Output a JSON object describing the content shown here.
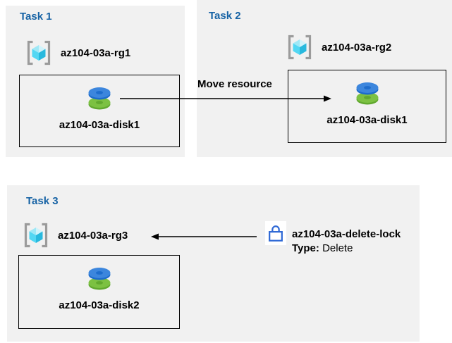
{
  "colors": {
    "panel_bg": "#f1f1f1",
    "title_blue": "#1763a5",
    "box_border": "#000000",
    "arrow_black": "#000000",
    "lock_blue": "#2e68d5",
    "bracket_gray": "#9b9b9b",
    "cube_cyan_light": "#cff3fb",
    "cube_cyan_mid": "#9fe8f6",
    "cube_cyan_bright": "#53d7f3",
    "cube_cyan_dark": "#28b9de",
    "disk_blue_top": "#3c86dd",
    "disk_blue_side": "#1d6ccc",
    "disk_green_top": "#7cc142",
    "disk_green_side": "#61a82f"
  },
  "tasks": [
    {
      "title": "Task 1",
      "resource_group": "az104-03a-rg1",
      "disk": "az104-03a-disk1"
    },
    {
      "title": "Task 2",
      "resource_group": "az104-03a-rg2",
      "disk": "az104-03a-disk1"
    },
    {
      "title": "Task 3",
      "resource_group": "az104-03a-rg3",
      "disk": "az104-03a-disk2"
    }
  ],
  "move_arrow": {
    "label": "Move resource"
  },
  "lock": {
    "name": "az104-03a-delete-lock",
    "type_label": "Type:",
    "type_value": "Delete"
  }
}
